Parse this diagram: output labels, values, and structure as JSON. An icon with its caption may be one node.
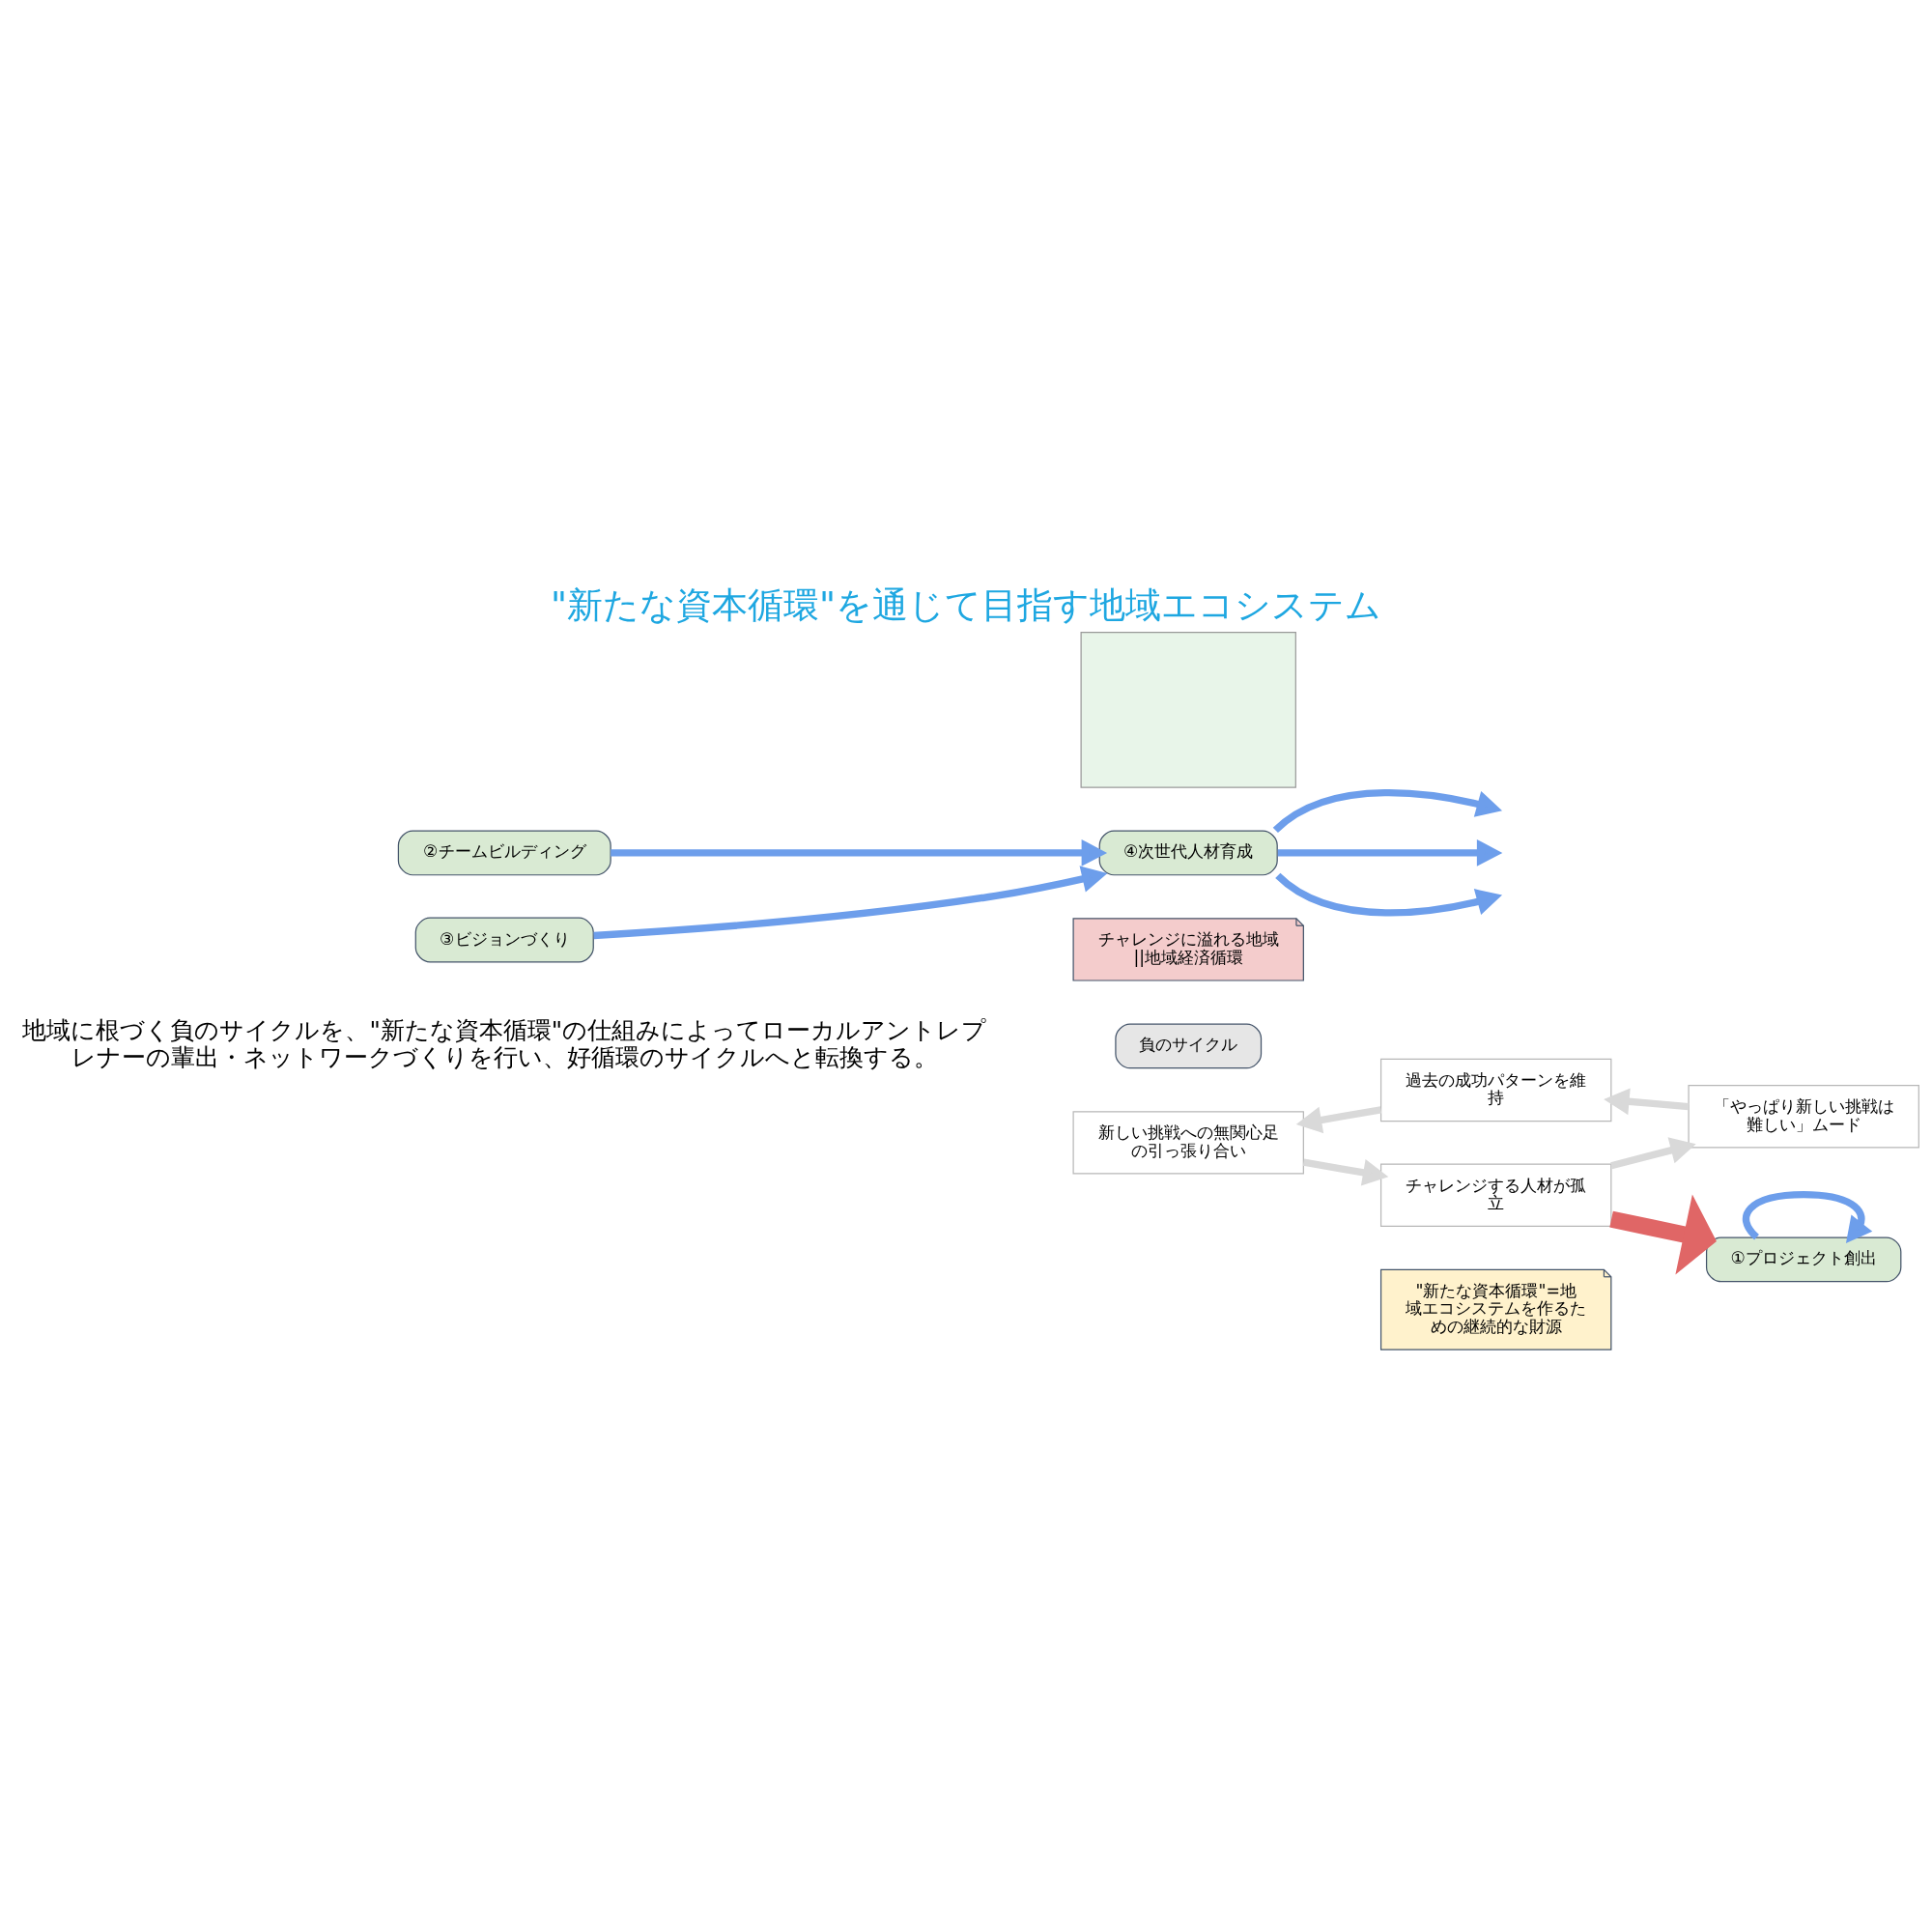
{
  "diagram": {
    "title": "\"新たな資本循環\"を通じて目指す地域エコシステム",
    "nodes": [
      {
        "text": [
          "負のサイクル"
        ]
      },
      {
        "text": [
          "新しい挑戦への無関心足の引っ張り合い"
        ]
      },
      {
        "text": [
          "チャレンジする人材が孤立"
        ]
      },
      {
        "text": [
          "「やっぱり新しい挑戦は難しい」ムード"
        ]
      },
      {
        "text": [
          "過去の成功パターンを維持"
        ]
      },
      {
        "text": [
          "\"新たな資本循環\"=地域エコシステムを作るための継続的な財源"
        ]
      },
      {
        "text": [
          "①プロジェクト創出"
        ]
      },
      {
        "text": [
          "②チームビルディング"
        ]
      },
      {
        "text": [
          "③ビジョンづくり"
        ]
      },
      {
        "text": [
          "④次世代人材育成"
        ]
      },
      {
        "text": [
          "チャレンジに溢れる地域||地域経済循環"
        ]
      },
      {
        "text": [],
        "shape": "box"
      }
    ],
    "edges": [
      {
        "from": 1,
        "to": 2,
        "arrow": "to",
        "color": "#d9d9d9"
      },
      {
        "from": 2,
        "to": 3,
        "arrow": "to",
        "color": "#d9d9d9"
      },
      {
        "from": 3,
        "to": 4,
        "arrow": "to",
        "color": "#d9d9d9"
      },
      {
        "from": 4,
        "to": 1,
        "arrow": "to",
        "color": "#d9d9d9"
      },
      {
        "from": 2,
        "to": 6,
        "arrow": "to",
        "style": "thick",
        "color": "#e06666"
      },
      {
        "from": 6,
        "to": 6,
        "arrow": "to",
        "color": "#6d9eeb"
      },
      {
        "from": 7,
        "to": 9,
        "arrow": "to",
        "color": "#6d9eeb"
      },
      {
        "from": 8,
        "to": 9,
        "arrow": "to",
        "color": "#6d9eeb"
      },
      {
        "from": 9,
        "to": null,
        "arrow": "to",
        "color": "#6d9eeb"
      },
      {
        "from": 9,
        "to": null,
        "arrow": "to",
        "color": "#6d9eeb"
      },
      {
        "from": 9,
        "to": null,
        "arrow": "to",
        "color": "#6d9eeb"
      }
    ],
    "labels": [
      "地域に根づく負のサイクルを、\"新たな資本循環\"の仕組みによってローカルアントレプレナーの輩出・ネットワークづくりを行い、好循環のサイクルへと転換する。"
    ]
  }
}
